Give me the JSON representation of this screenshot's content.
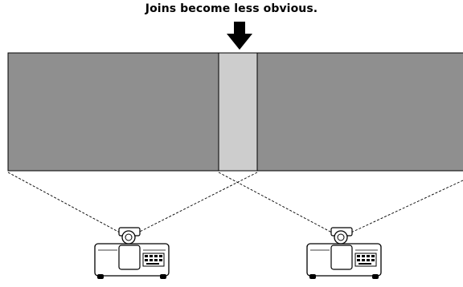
{
  "caption": "Joins become less obvious.",
  "icons": [
    "down-arrow-icon",
    "projector-icon"
  ],
  "colors": {
    "screen_fill": "#8f8f8f",
    "overlap_fill": "#cdcdcd",
    "outline": "#000000",
    "projection_lines": "#000000",
    "background": "#ffffff"
  },
  "projectors": [
    {
      "name": "left-projector"
    },
    {
      "name": "right-projector"
    }
  ]
}
